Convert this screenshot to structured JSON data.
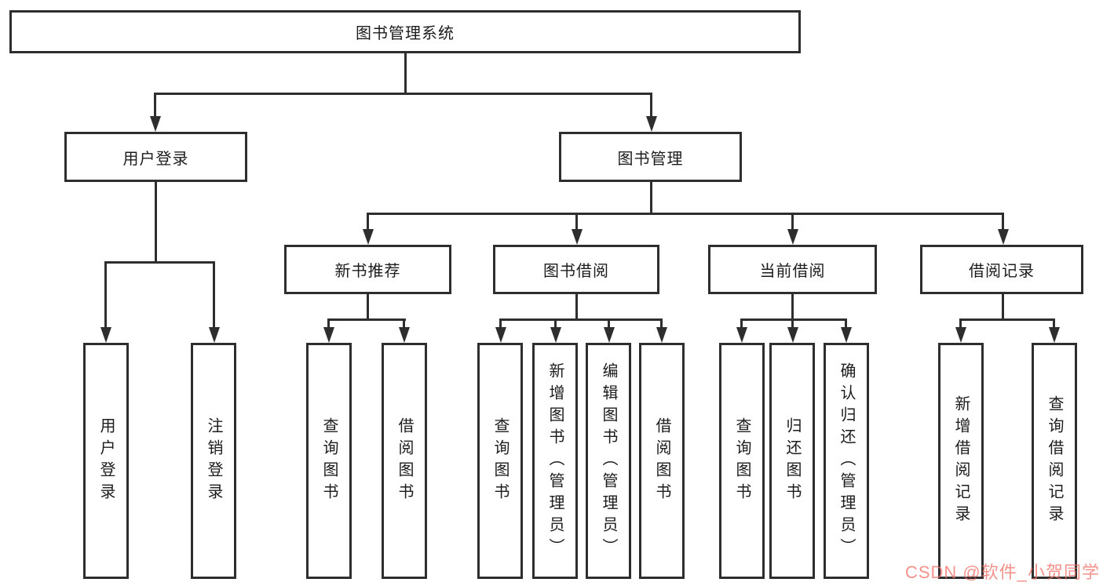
{
  "diagram": {
    "type": "hierarchy-tree",
    "tree": {
      "root": "图书管理系统",
      "branches": [
        {
          "label": "用户登录",
          "children": [
            "用户登录",
            "注销登录"
          ]
        },
        {
          "label": "图书管理",
          "groups": [
            {
              "label": "新书推荐",
              "children": [
                "查询图书",
                "借阅图书"
              ]
            },
            {
              "label": "图书借阅",
              "children": [
                "查询图书",
                "新增图书（管理员）",
                "编辑图书（管理员）",
                "借阅图书"
              ]
            },
            {
              "label": "当前借阅",
              "children": [
                "查询图书",
                "归还图书",
                "确认归还（管理员）"
              ]
            },
            {
              "label": "借阅记录",
              "children": [
                "新增借阅记录",
                "查询借阅记录"
              ]
            }
          ]
        }
      ]
    },
    "colors": {
      "line": "#2e2e2e",
      "text": "#1c1c1c",
      "background": "#ffffff",
      "watermark": "#f06e64"
    },
    "watermark": {
      "text": "CSDN @软件_小贺同学"
    }
  }
}
